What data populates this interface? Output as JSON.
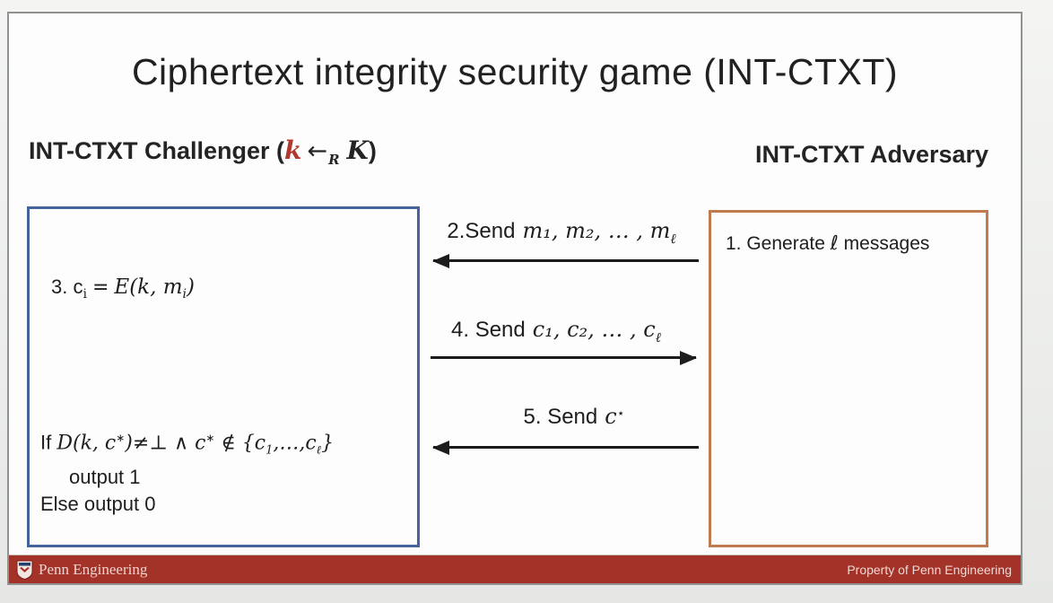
{
  "title": "Ciphertext integrity security game (INT-CTXT)",
  "colors": {
    "challenger_border": "#47639e",
    "adversary_border": "#c07a50",
    "footer_bar": "#a33228",
    "key_variable_red": "#b03a30"
  },
  "challenger": {
    "heading_prefix": "INT-CTXT Challenger (",
    "key_var": "k",
    "assign_arrow": "←",
    "assign_sub": "R",
    "keyspace_var": "K",
    "heading_suffix": ")",
    "step3_num": "3.",
    "step3_lhs": "c",
    "step3_lhs_sub": "i",
    "step3_eq": "=",
    "step3_rhs_open": "E(k, m",
    "step3_rhs_sub": "i",
    "step3_rhs_close": ")",
    "cond_if": "If ",
    "cond_m1": "D(k, c",
    "cond_star1": "∗",
    "cond_m2": ")≠⊥ ∧ c",
    "cond_star2": "∗",
    "cond_m3": " ∉ {c",
    "cond_sub1": "1",
    "cond_m4": ",…,c",
    "cond_sub2": "ℓ",
    "cond_m5": "}",
    "cond_then": "output 1",
    "cond_else": "Else output 0"
  },
  "adversary": {
    "heading": "INT-CTXT Adversary",
    "step1_prefix": "1. Generate ",
    "step1_ell": "ℓ",
    "step1_suffix": " messages"
  },
  "messages": [
    {
      "prefix": "2.Send",
      "math": "m₁, m₂, … , m",
      "sub": "ℓ",
      "direction": "left"
    },
    {
      "prefix": "4. Send",
      "math": "c₁, c₂, … , c",
      "sub": "ℓ",
      "direction": "right"
    },
    {
      "prefix": "5. Send",
      "math": "c",
      "sup": "⋆",
      "direction": "left"
    }
  ],
  "footer": {
    "brand": "Penn Engineering",
    "property_note": "Property of Penn Engineering"
  }
}
